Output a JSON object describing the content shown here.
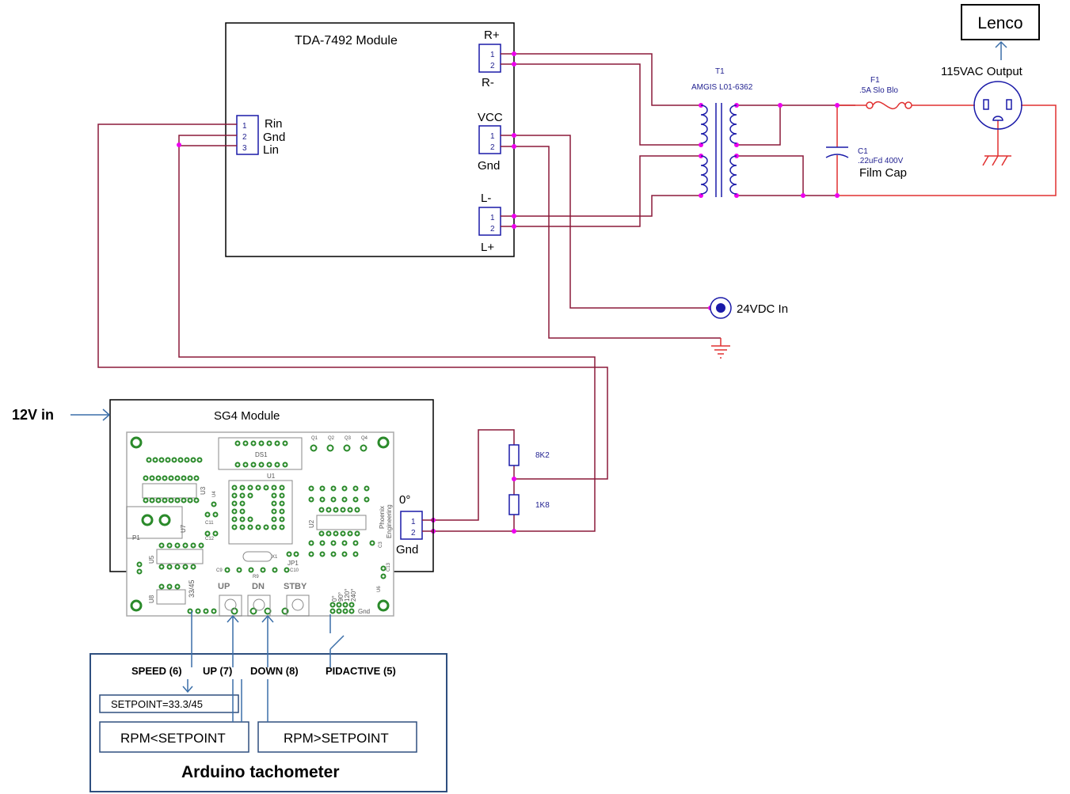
{
  "tda_module": {
    "title": "TDA-7492 Module",
    "right_pos": "R+",
    "right_neg": "R-",
    "vcc": "VCC",
    "gnd": "Gnd",
    "left_neg": "L-",
    "left_pos": "L+",
    "rin": "Rin",
    "input_gnd": "Gnd",
    "lin": "Lin",
    "pin1": "1",
    "pin2": "2",
    "pin3": "3"
  },
  "transformer": {
    "ref": "T1",
    "part": "AMGIS L01-6362"
  },
  "fuse": {
    "ref": "F1",
    "value": ".5A Slo Blo"
  },
  "capacitor": {
    "ref": "C1",
    "value": ".22uFd 400V",
    "desc": "Film Cap"
  },
  "output": {
    "label": "115VAC Output",
    "lenco": "Lenco"
  },
  "power_in": {
    "label": "24VDC In"
  },
  "sg4": {
    "title": "SG4 Module",
    "power_label": "12V in",
    "connector_top": "0°",
    "connector_bottom": "Gnd",
    "pcb_labels": {
      "u1": "U1",
      "u2": "U2",
      "u3": "U3",
      "u4": "U4",
      "u5": "U5",
      "u6": "U6",
      "u7": "U7",
      "u8": "U8",
      "ds1": "DS1",
      "p1": "P1",
      "jp1": "JP1",
      "x1": "X1",
      "r9": "R9",
      "c9": "C9",
      "c10": "C10",
      "c11": "C11",
      "c12": "C12",
      "c3": "C3",
      "c13": "C13",
      "q1": "Q1",
      "q2": "Q2",
      "q3": "Q3",
      "q4": "Q4",
      "up": "UP",
      "dn": "DN",
      "stby": "STBY",
      "speed": "33/45",
      "phoenix": "Phoenix",
      "engineering": "Engineering",
      "deg0": "0°",
      "deg90": "90°",
      "deg120": "120°",
      "deg240": "240°",
      "gnd": "Gnd"
    }
  },
  "resistors": {
    "upper": "8K2",
    "lower": "1K8"
  },
  "arduino": {
    "title": "Arduino tachometer",
    "speed": "SPEED (6)",
    "up": "UP (7)",
    "down": "DOWN (8)",
    "pidactive": "PIDACTIVE (5)",
    "setpoint": "SETPOINT=33.3/45",
    "rpm_low": "RPM<SETPOINT",
    "rpm_high": "RPM>SETPOINT"
  },
  "colors": {
    "wire": "#8b1a3a",
    "power_wire": "#e03030",
    "junction": "#ee00ee",
    "component_blue": "#1a1aa8",
    "pcb_green": "#2a8a2a",
    "arrow_blue": "#3a6ea8",
    "box_navy": "#2f4f7f"
  }
}
